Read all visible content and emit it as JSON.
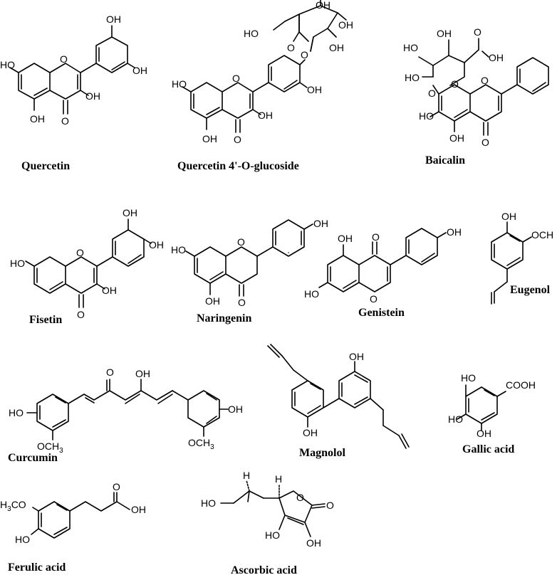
{
  "figure": {
    "background": "#ffffff",
    "ink": "#000000"
  },
  "molecules": [
    {
      "id": "quercetin",
      "name": "Quercetin"
    },
    {
      "id": "quercetin-glucoside",
      "name": "Quercetin 4'-O-glucoside"
    },
    {
      "id": "baicalin",
      "name": "Baicalin"
    },
    {
      "id": "fisetin",
      "name": "Fisetin"
    },
    {
      "id": "naringenin",
      "name": "Naringenin"
    },
    {
      "id": "genistein",
      "name": "Genistein"
    },
    {
      "id": "eugenol",
      "name": "Eugenol"
    },
    {
      "id": "curcumin",
      "name": "Curcumin"
    },
    {
      "id": "magnolol",
      "name": "Magnolol"
    },
    {
      "id": "gallic-acid",
      "name": "Gallic acid"
    },
    {
      "id": "ferulic-acid",
      "name": "Ferulic acid"
    },
    {
      "id": "ascorbic-acid",
      "name": "Ascorbic acid"
    }
  ],
  "labels": {
    "oh": "OH",
    "ho": "HO",
    "o": "O",
    "h": "H",
    "och": "OCH",
    "ch3_sub": "3",
    "ocH3_prefix": "OCH",
    "cooh": "COOH",
    "h3co_prefix": "H",
    "h3co_sub": "3",
    "h3co_suffix": "CO"
  }
}
